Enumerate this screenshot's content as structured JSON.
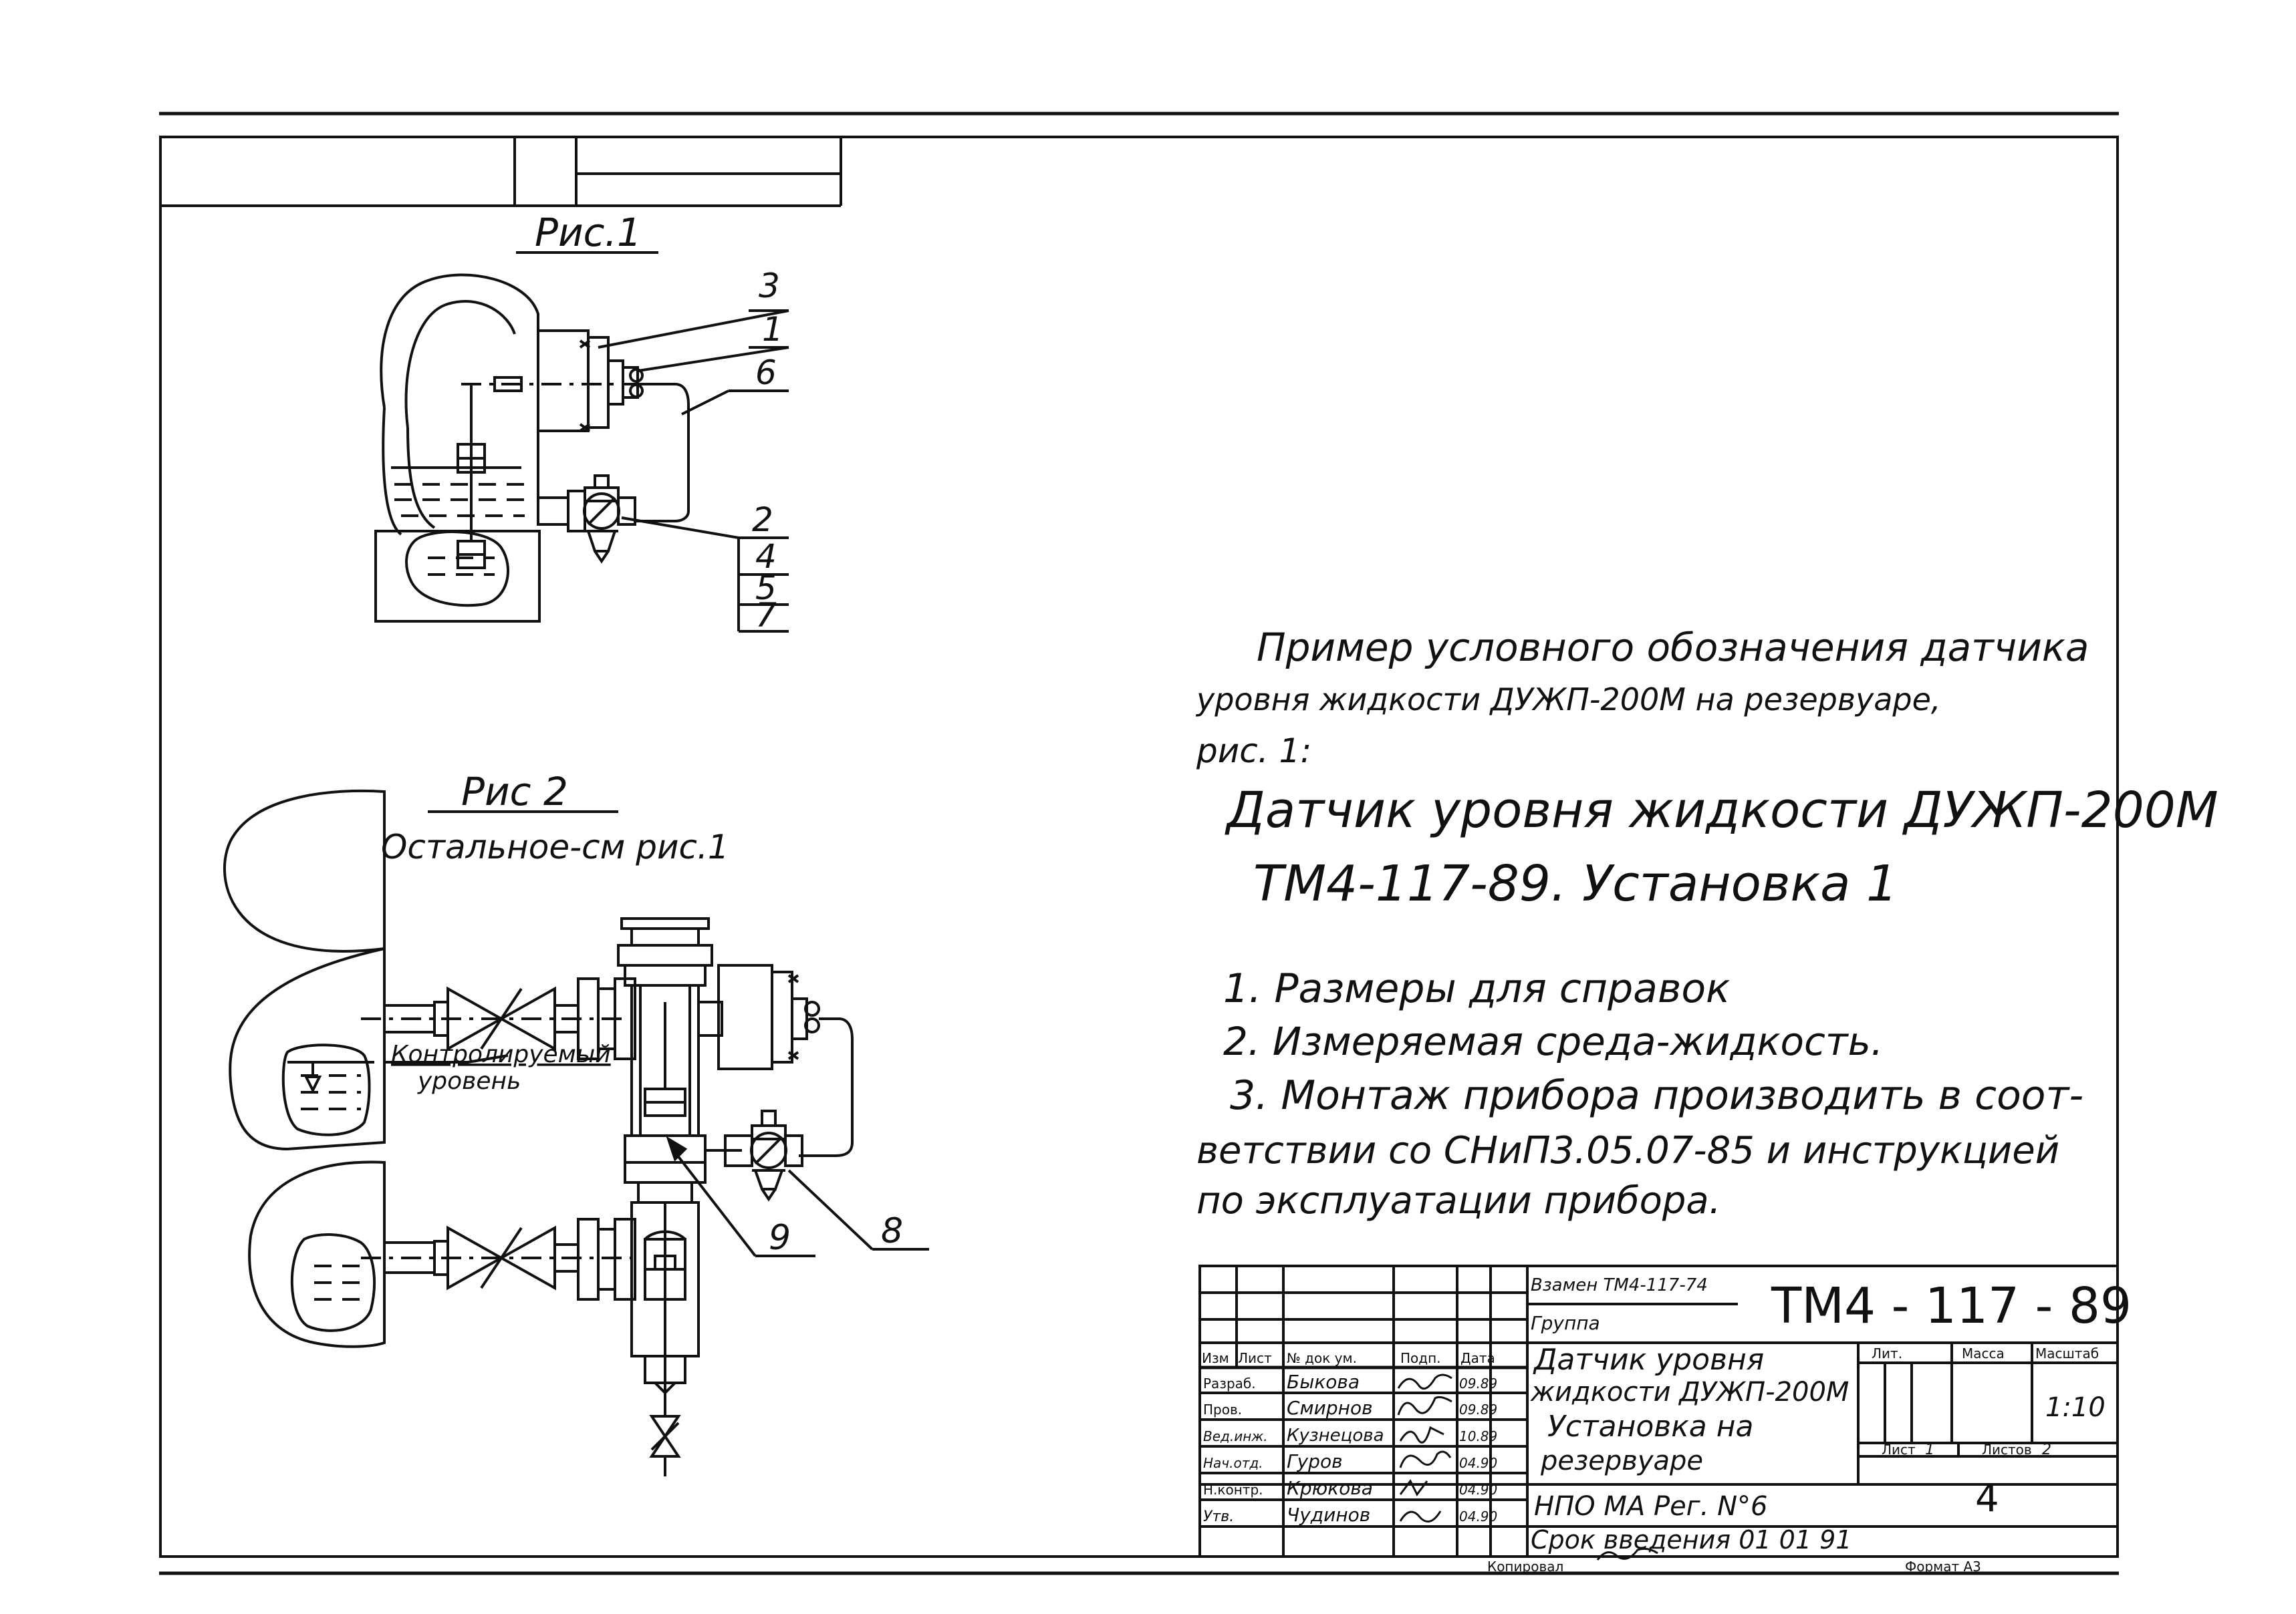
{
  "figure1": {
    "title": "Рис.1",
    "callouts": [
      "3",
      "1",
      "6",
      "2",
      "4",
      "5",
      "7"
    ]
  },
  "figure2": {
    "title": "Рис 2",
    "subtitle": "Остальное-см рис.1",
    "level_label_line1": "Контролируемый",
    "level_label_line2": "уровень",
    "callouts": [
      "9",
      "8"
    ]
  },
  "example": {
    "intro_line1": "Пример условного обозначения датчика",
    "intro_line2": "уровня жидкости ДУЖП-200М на резервуаре,",
    "intro_line3": "рис. 1:",
    "designation_line1": "Датчик уровня жидкости ДУЖП-200М",
    "designation_line2": "ТМ4-117-89. Установка 1"
  },
  "notes": [
    "1.  Размеры для справок",
    "2. Измеряемая среда-жидкость.",
    "3. Монтаж прибора производить в соот-",
    "ветствии со СНиП3.05.07-85 и инструкцией",
    "по эксплуатации прибора."
  ],
  "title_block": {
    "replaces": "Взамен ТМ4-117-74",
    "group": "Группа",
    "doc_code": "ТМ4 - 117 - 89",
    "name_line1": "Датчик уровня",
    "name_line2": "жидкости ДУЖП-200М",
    "name_line3": "Установка на",
    "name_line4": "резервуаре",
    "org": "НПО МА Рег. N°6",
    "date_intro": "Срок введения 01 01 91",
    "col_izm": "Изм",
    "col_list": "Лист",
    "col_doc": "№ док ум.",
    "col_sign": "Подп.",
    "col_date": "Дата",
    "lit_label": "Лит.",
    "mass_label": "Масса",
    "scale_label": "Масштаб",
    "scale_value": "1:10",
    "sheet_label": "Лист",
    "sheet_value": "1",
    "sheets_label": "Листов",
    "sheets_value": "2",
    "sheet_number": "4",
    "copied_label": "Копировал",
    "format_label": "Формат А3",
    "signatures": [
      {
        "role": "Разраб.",
        "name": "Быкова",
        "date": "09.89"
      },
      {
        "role": "Пров.",
        "name": "Смирнов",
        "date": "09.89"
      },
      {
        "role": "Вед.инж.",
        "name": "Кузнецова",
        "date": "10.89"
      },
      {
        "role": "Нач.отд.",
        "name": "Гуров",
        "date": "04.90"
      },
      {
        "role": "Н.контр.",
        "name": "Крюкова",
        "date": "04.90"
      },
      {
        "role": "Утв.",
        "name": "Чудинов",
        "date": "04.90"
      }
    ]
  }
}
